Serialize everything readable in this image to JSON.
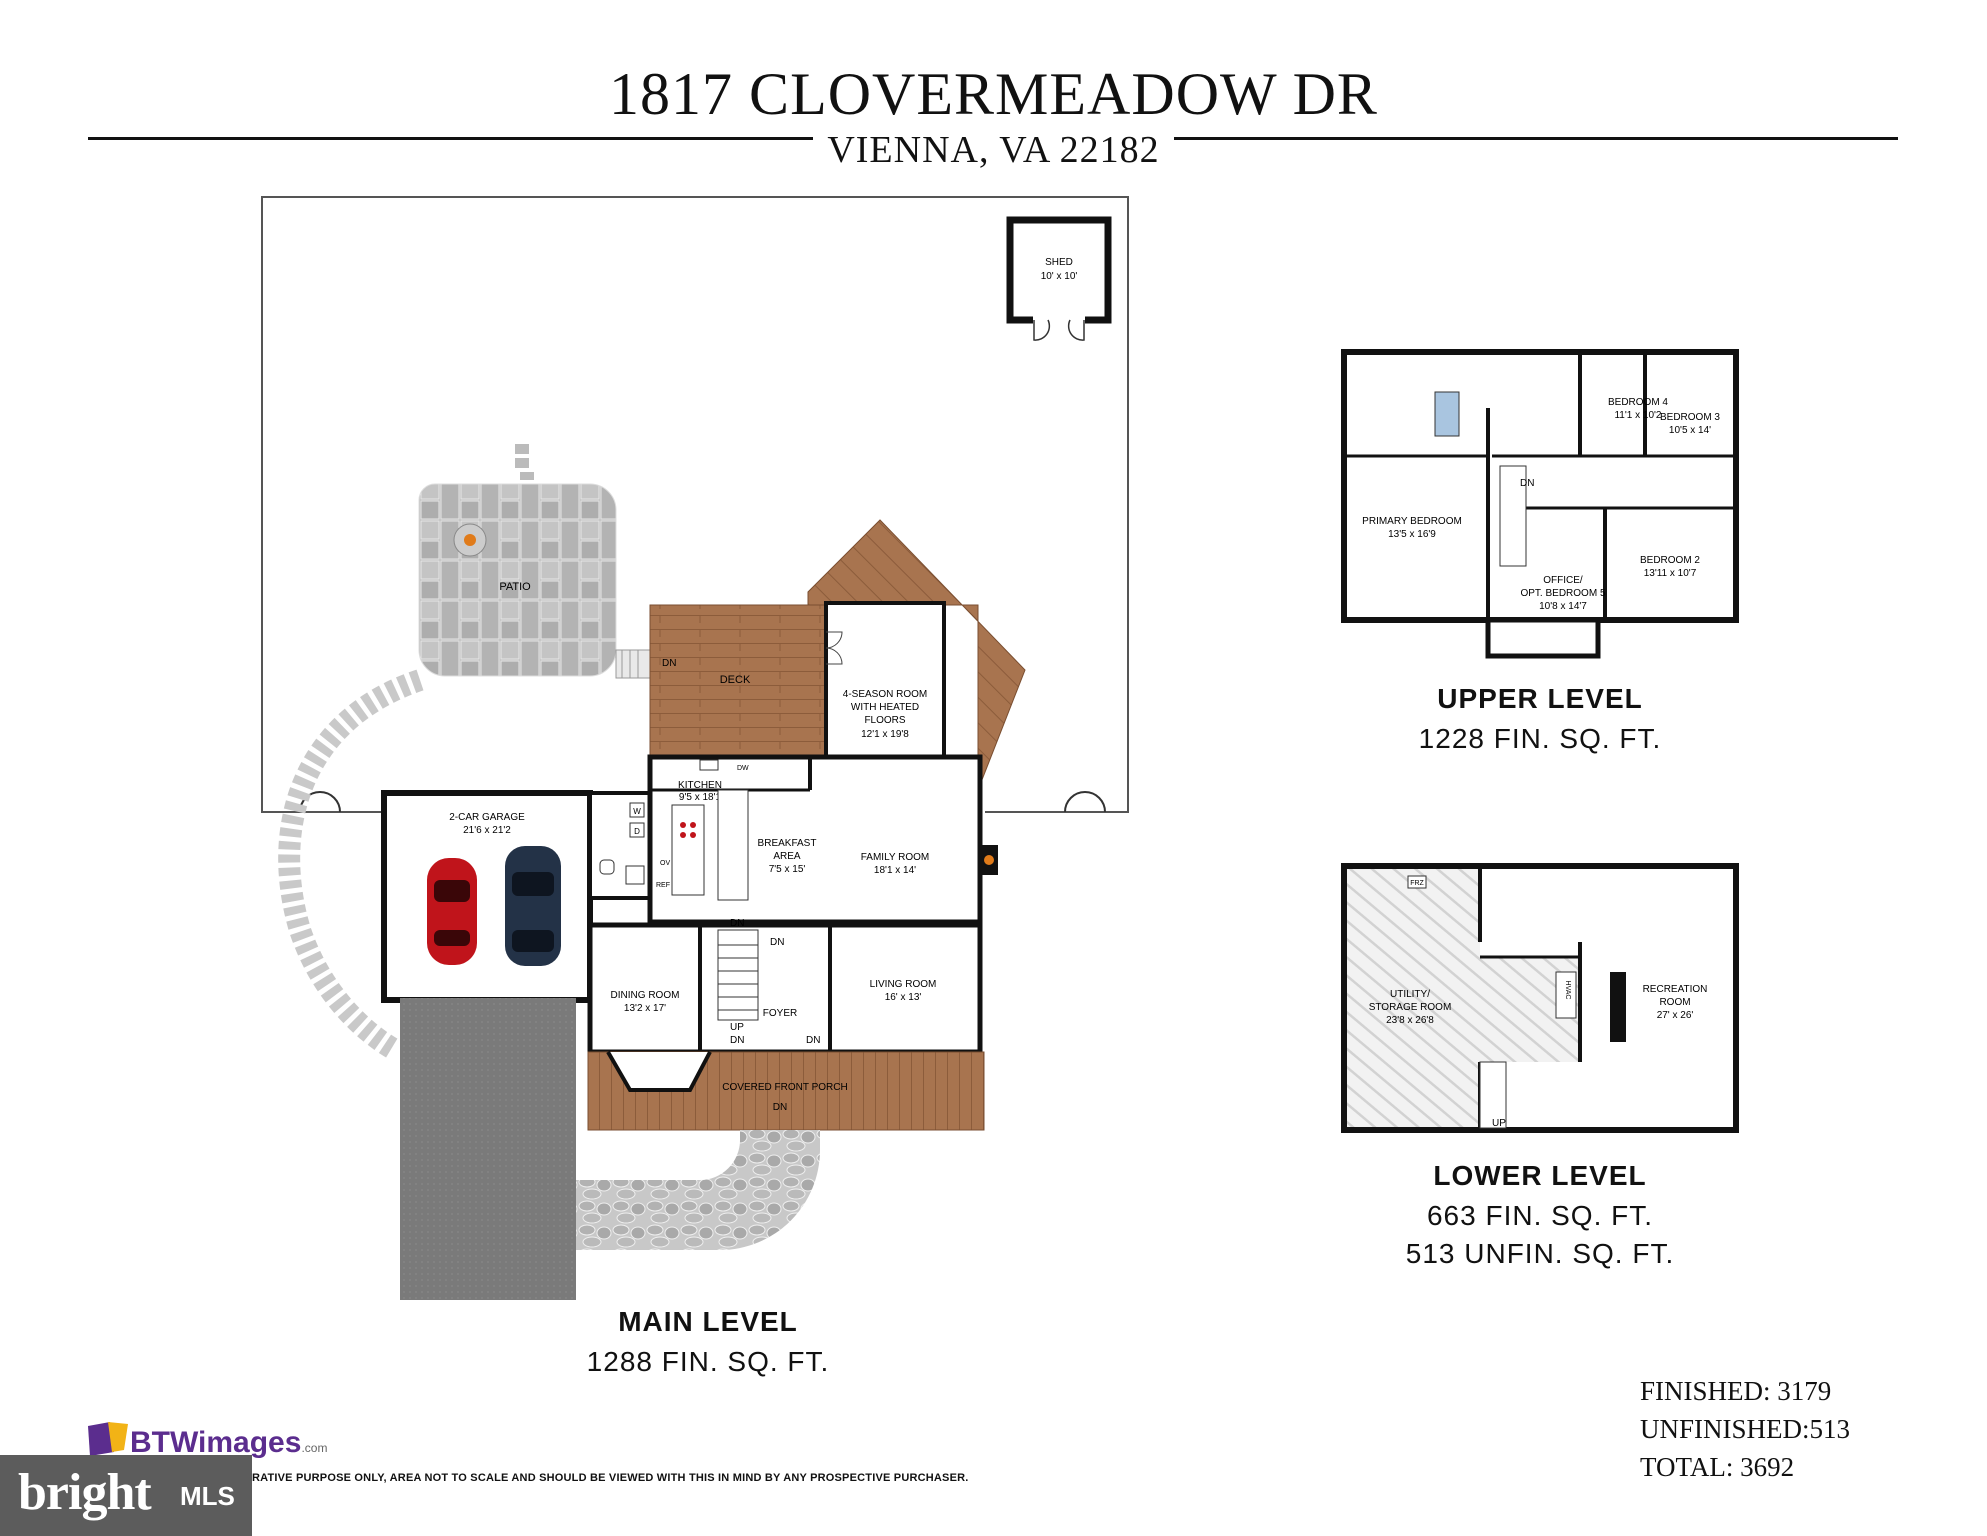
{
  "title": "1817 CLOVERMEADOW DR",
  "subtitle": "VIENNA, VA 22182",
  "main_level": {
    "name": "MAIN LEVEL",
    "area": "1288 FIN. SQ. FT.",
    "rooms": {
      "shed": [
        "SHED",
        "10' x 10'"
      ],
      "patio": "PATIO",
      "deck": "DECK",
      "four_season": [
        "4-SEASON ROOM",
        "WITH HEATED",
        "FLOORS",
        "12'1 x 19'8"
      ],
      "garage": [
        "2-CAR GARAGE",
        "21'6 x 21'2"
      ],
      "kitchen": [
        "KITCHEN",
        "9'5 x 18'1"
      ],
      "breakfast": [
        "BREAKFAST",
        "AREA",
        "7'5 x 15'"
      ],
      "family": [
        "FAMILY ROOM",
        "18'1 x 14'"
      ],
      "dining": [
        "DINING ROOM",
        "13'2 x 17'"
      ],
      "living": [
        "LIVING ROOM",
        "16' x 13'"
      ],
      "foyer": "FOYER",
      "porch": "COVERED FRONT PORCH",
      "dn": "DN",
      "up": "UP",
      "dw": "DW",
      "ov": "OV",
      "ref": "REF",
      "w": "W",
      "d": "D"
    }
  },
  "upper_level": {
    "name": "UPPER LEVEL",
    "area": "1228 FIN. SQ. FT.",
    "rooms": {
      "bedroom4": [
        "BEDROOM 4",
        "11'1 x 10'2"
      ],
      "bedroom3": [
        "BEDROOM 3",
        "10'5 x 14'"
      ],
      "primary": [
        "PRIMARY BEDROOM",
        "13'5 x 16'9"
      ],
      "bedroom2": [
        "BEDROOM 2",
        "13'11 x 10'7"
      ],
      "office": [
        "OFFICE/",
        "OPT. BEDROOM 5",
        "10'8 x 14'7"
      ],
      "dn": "DN"
    }
  },
  "lower_level": {
    "name": "LOWER LEVEL",
    "area_finished": "663 FIN. SQ. FT.",
    "area_unfinished": "513 UNFIN. SQ. FT.",
    "rooms": {
      "utility": [
        "UTILITY/",
        "STORAGE ROOM",
        "23'8 x 26'8"
      ],
      "recreation": [
        "RECREATION",
        "ROOM",
        "27' x 26'"
      ],
      "hvac": "HVAC",
      "frz": "FRZ",
      "up": "UP"
    }
  },
  "totals": {
    "finished_label": "FINISHED:",
    "finished_value": "3179",
    "unfinished_label": "UNFINISHED:",
    "unfinished_value": "513",
    "total_label": "TOTAL:",
    "total_value": "3692"
  },
  "branding": {
    "btw": "BTWimages",
    "btw_suffix": ".com",
    "bright": "bright",
    "mls": "MLS",
    "disclaimer": "RATIVE PURPOSE ONLY, AREA NOT TO SCALE AND SHOULD BE VIEWED WITH THIS IN MIND BY ANY PROSPECTIVE PURCHASER."
  },
  "colors": {
    "deck": "#a8744f",
    "patio": "#b9b9b9",
    "driveway": "#7a7a7a",
    "car_red": "#c0141b",
    "car_blue": "#233247",
    "bright_bg": "#5c5c5c",
    "btw_purple": "#5b2d8e",
    "btw_gold": "#f2b316"
  }
}
